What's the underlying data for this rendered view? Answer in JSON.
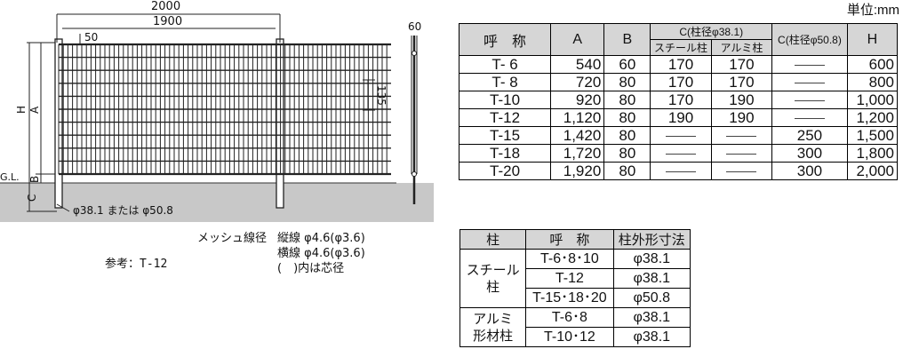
{
  "unit": "単位:mm",
  "drawing": {
    "width_total": "2000",
    "width_inner": "1900",
    "offset": "50",
    "pitch": "135",
    "thickness": "60",
    "dim_h": "H",
    "dim_a": "A",
    "dim_b": "B",
    "dim_c": "C",
    "ground_label": "G.L.",
    "post_dia": "φ38.1 または φ50.8"
  },
  "mesh_notes": {
    "title": "メッシュ線径",
    "vertical": "縦線 φ4.6(φ3.6)",
    "horizontal": "横線 φ4.6(φ3.6)",
    "paren_note": "(　)内は芯径"
  },
  "reference": "参考：T-12",
  "table1": {
    "headers": {
      "name": "呼　称",
      "a": "A",
      "b": "B",
      "c_small": "C(柱径φ38.1)",
      "steel": "スチール柱",
      "alu": "アルミ柱",
      "c_large": "C(柱径φ50.8)",
      "h": "H"
    },
    "rows": [
      {
        "name": "T-  6",
        "a": "540",
        "b": "60",
        "steel": "170",
        "alu": "170",
        "c_large": "",
        "h": "600"
      },
      {
        "name": "T-  8",
        "a": "720",
        "b": "80",
        "steel": "170",
        "alu": "170",
        "c_large": "",
        "h": "800"
      },
      {
        "name": "T-10",
        "a": "920",
        "b": "80",
        "steel": "170",
        "alu": "190",
        "c_large": "",
        "h": "1,000"
      },
      {
        "name": "T-12",
        "a": "1,120",
        "b": "80",
        "steel": "190",
        "alu": "190",
        "c_large": "",
        "h": "1,200"
      },
      {
        "name": "T-15",
        "a": "1,420",
        "b": "80",
        "steel": "",
        "alu": "",
        "c_large": "250",
        "h": "1,500"
      },
      {
        "name": "T-18",
        "a": "1,720",
        "b": "80",
        "steel": "",
        "alu": "",
        "c_large": "300",
        "h": "1,800"
      },
      {
        "name": "T-20",
        "a": "1,920",
        "b": "80",
        "steel": "",
        "alu": "",
        "c_large": "300",
        "h": "2,000"
      }
    ]
  },
  "table2": {
    "headers": {
      "post": "柱",
      "name": "呼　称",
      "size": "柱外形寸法"
    },
    "groups": [
      {
        "post_l1": "スチール",
        "post_l2": "柱",
        "rows": [
          {
            "name": "T-6･8･10",
            "size": "φ38.1"
          },
          {
            "name": "T-12",
            "size": "φ38.1"
          },
          {
            "name": "T-15･18･20",
            "size": "φ50.8"
          }
        ]
      },
      {
        "post_l1": "アルミ",
        "post_l2": "形材柱",
        "rows": [
          {
            "name": "T-6･8",
            "size": "φ38.1"
          },
          {
            "name": "T-10･12",
            "size": "φ38.1"
          }
        ]
      }
    ]
  }
}
